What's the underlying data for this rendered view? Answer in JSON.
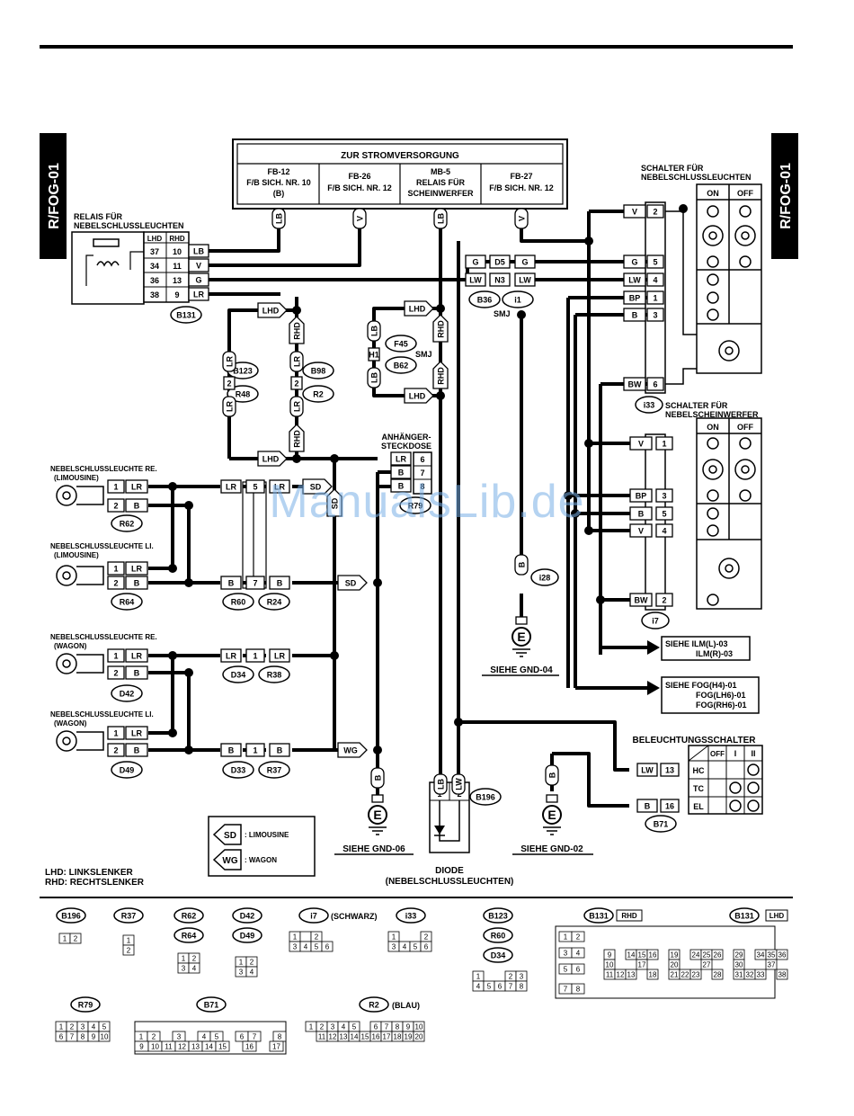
{
  "tabs": {
    "left": "R/FOG-01",
    "right": "R/FOG-01"
  },
  "colors": {
    "ink": "#000000",
    "background": "#ffffff",
    "watermark": "#78afe6"
  },
  "power": {
    "title": "ZUR STROMVERSORGUNG",
    "cols": [
      {
        "l1": "FB-12",
        "l2": "F/B SICH. NR. 10",
        "l3": "(B)"
      },
      {
        "l1": "FB-26",
        "l2": "F/B SICH. NR. 12",
        "l3": ""
      },
      {
        "l1": "MB-5",
        "l2": "RELAIS FÜR",
        "l3": "SCHEINWERFER"
      },
      {
        "l1": "FB-27",
        "l2": "F/B SICH. NR. 12",
        "l3": ""
      }
    ]
  },
  "relay": {
    "title1": "RELAIS FÜR",
    "title2": "NEBELSCHLUSSLEUCHTEN",
    "hdr_lhd": "LHD",
    "hdr_rhd": "RHD",
    "rows": [
      {
        "lhd": "37",
        "rhd": "10",
        "wire": "LB"
      },
      {
        "lhd": "34",
        "rhd": "11",
        "wire": "V"
      },
      {
        "lhd": "36",
        "rhd": "13",
        "wire": "G"
      },
      {
        "lhd": "38",
        "rhd": "9",
        "wire": "LR"
      }
    ],
    "connector": "B131"
  },
  "switch_rear": {
    "title1": "SCHALTER FÜR",
    "title2": "NEBELSCHLUSSLEUCHTEN",
    "on": "ON",
    "off": "OFF",
    "connector": "i33"
  },
  "switch_front": {
    "title1": "SCHALTER FÜR",
    "title2": "NEBELSCHEINWERFER",
    "on": "ON",
    "off": "OFF",
    "connector": "i7"
  },
  "lamps": [
    {
      "t1": "NEBELSCHLUSSLEUCHTE RE.",
      "t2": "(LIMOUSINE)",
      "connector": "R62"
    },
    {
      "t1": "NEBELSCHLUSSLEUCHTE LI.",
      "t2": "(LIMOUSINE)",
      "connector": "R64"
    },
    {
      "t1": "NEBELSCHLUSSLEUCHTE RE.",
      "t2": "(WAGON)",
      "connector": "D42"
    },
    {
      "t1": "NEBELSCHLUSSLEUCHTE LI.",
      "t2": "(WAGON)",
      "connector": "D49"
    }
  ],
  "trailer": {
    "t1": "ANHÄNGER-",
    "t2": "STECKDOSE",
    "connector": "R79",
    "pins": [
      "6",
      "7",
      "8"
    ],
    "wires": [
      "LR",
      "B",
      "B"
    ]
  },
  "refs": {
    "gnd06": "SIEHE GND-06",
    "gnd04": "SIEHE GND-04",
    "gnd02": "SIEHE GND-02",
    "ilm1": "SIEHE ILM(L)-03",
    "ilm2": "ILM(R)-03",
    "fog1": "SIEHE FOG(H4)-01",
    "fog2": "FOG(LH6)-01",
    "fog3": "FOG(RH6)-01"
  },
  "light_switch": {
    "title": "BELEUCHTUNGSSCHALTER",
    "off": "OFF",
    "pos1": "I",
    "pos2": "II",
    "rows": [
      "HC",
      "TC",
      "EL"
    ],
    "connector": "B71"
  },
  "diode": {
    "t1": "DIODE",
    "t2": "(NEBELSCHLUSSLEUCHTEN)",
    "connector": "B196"
  },
  "legend_box": {
    "sd": "SD",
    "sd_text": ": LIMOUSINE",
    "wg": "WG",
    "wg_text": ": WAGON"
  },
  "legend": {
    "lhd": "LHD: LINKSLENKER",
    "rhd": "RHD: RECHTSLENKER"
  },
  "smj": "SMJ",
  "connector_labels": {
    "b123": "B123",
    "r48": "R48",
    "b98": "B98",
    "r2": "R2",
    "f45": "F45",
    "b62": "B62",
    "b36": "B36",
    "i1": "i1",
    "i28": "i28",
    "r60": "R60",
    "r24": "R24",
    "d34": "D34",
    "r38": "R38",
    "d33": "D33",
    "r37": "R37"
  },
  "footer": {
    "b196": "B196",
    "r37": "R37",
    "r62": "R62",
    "r64": "R64",
    "d42": "D42",
    "d49": "D49",
    "i7": "i7",
    "schwarz": "(SCHWARZ)",
    "i33": "i33",
    "b123": "B123",
    "r60": "R60",
    "d34": "D34",
    "b131": "B131",
    "rhd": "RHD",
    "lhd": "LHD",
    "r79": "R79",
    "b71": "B71",
    "r2": "R2",
    "blau": "(BLAU)"
  }
}
